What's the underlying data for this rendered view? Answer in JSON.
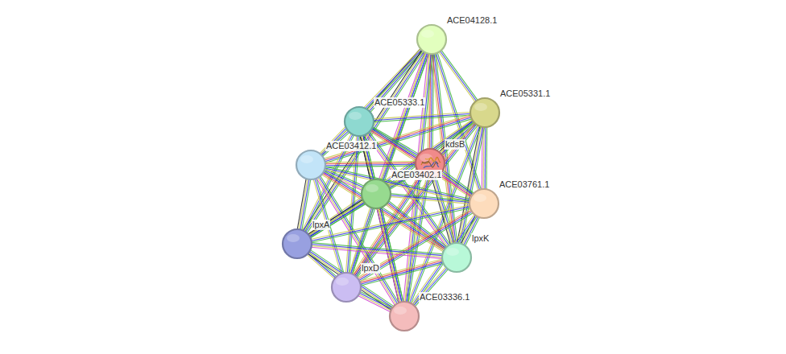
{
  "diagram": {
    "nodes": [
      {
        "text": [
          "ACE04128.1"
        ]
      },
      {
        "text": [
          "ACE05331.1"
        ]
      },
      {
        "text": [
          "ACE05333.1"
        ]
      },
      {
        "text": [
          "kdsB"
        ]
      },
      {
        "text": [
          "ACE03412.1"
        ]
      },
      {
        "text": [
          "ACE03402.1"
        ]
      },
      {
        "text": [
          "ACE03761.1"
        ]
      },
      {
        "text": [
          "lpxA"
        ]
      },
      {
        "text": [
          "lpxK"
        ]
      },
      {
        "text": [
          "lpxD"
        ]
      },
      {
        "text": [
          "ACE03336.1"
        ]
      }
    ],
    "edges": [
      {
        "from": 0,
        "to": 1,
        "arrow": "none"
      },
      {
        "from": 0,
        "to": 2,
        "arrow": "none"
      },
      {
        "from": 0,
        "to": 3,
        "arrow": "none"
      },
      {
        "from": 0,
        "to": 4,
        "arrow": "none"
      },
      {
        "from": 0,
        "to": 5,
        "arrow": "none"
      },
      {
        "from": 0,
        "to": 6,
        "arrow": "none"
      },
      {
        "from": 0,
        "to": 7,
        "arrow": "none"
      },
      {
        "from": 0,
        "to": 8,
        "arrow": "none"
      },
      {
        "from": 0,
        "to": 9,
        "arrow": "none"
      },
      {
        "from": 0,
        "to": 10,
        "arrow": "none"
      },
      {
        "from": 1,
        "to": 2,
        "arrow": "none"
      },
      {
        "from": 1,
        "to": 3,
        "arrow": "none"
      },
      {
        "from": 1,
        "to": 4,
        "arrow": "none"
      },
      {
        "from": 1,
        "to": 5,
        "arrow": "none"
      },
      {
        "from": 1,
        "to": 6,
        "arrow": "none"
      },
      {
        "from": 1,
        "to": 7,
        "arrow": "none"
      },
      {
        "from": 1,
        "to": 8,
        "arrow": "none"
      },
      {
        "from": 1,
        "to": 9,
        "arrow": "none"
      },
      {
        "from": 1,
        "to": 10,
        "arrow": "none"
      },
      {
        "from": 2,
        "to": 3,
        "arrow": "none"
      },
      {
        "from": 2,
        "to": 4,
        "arrow": "none"
      },
      {
        "from": 2,
        "to": 5,
        "arrow": "none"
      },
      {
        "from": 2,
        "to": 6,
        "arrow": "none"
      },
      {
        "from": 2,
        "to": 7,
        "arrow": "none"
      },
      {
        "from": 2,
        "to": 8,
        "arrow": "none"
      },
      {
        "from": 2,
        "to": 9,
        "arrow": "none"
      },
      {
        "from": 2,
        "to": 10,
        "arrow": "none"
      },
      {
        "from": 3,
        "to": 4,
        "arrow": "none"
      },
      {
        "from": 3,
        "to": 5,
        "arrow": "none"
      },
      {
        "from": 3,
        "to": 6,
        "arrow": "none"
      },
      {
        "from": 3,
        "to": 7,
        "arrow": "none"
      },
      {
        "from": 3,
        "to": 8,
        "arrow": "none"
      },
      {
        "from": 3,
        "to": 9,
        "arrow": "none"
      },
      {
        "from": 3,
        "to": 10,
        "arrow": "none"
      },
      {
        "from": 4,
        "to": 5,
        "arrow": "none"
      },
      {
        "from": 4,
        "to": 6,
        "arrow": "none"
      },
      {
        "from": 4,
        "to": 7,
        "arrow": "none"
      },
      {
        "from": 4,
        "to": 8,
        "arrow": "none"
      },
      {
        "from": 4,
        "to": 9,
        "arrow": "none"
      },
      {
        "from": 4,
        "to": 10,
        "arrow": "none"
      },
      {
        "from": 5,
        "to": 6,
        "arrow": "none"
      },
      {
        "from": 5,
        "to": 7,
        "arrow": "none"
      },
      {
        "from": 5,
        "to": 8,
        "arrow": "none"
      },
      {
        "from": 5,
        "to": 9,
        "arrow": "none"
      },
      {
        "from": 5,
        "to": 10,
        "arrow": "none"
      },
      {
        "from": 6,
        "to": 7,
        "arrow": "none"
      },
      {
        "from": 6,
        "to": 8,
        "arrow": "none"
      },
      {
        "from": 6,
        "to": 9,
        "arrow": "none"
      },
      {
        "from": 6,
        "to": 10,
        "arrow": "none"
      },
      {
        "from": 7,
        "to": 8,
        "arrow": "none"
      },
      {
        "from": 7,
        "to": 9,
        "arrow": "none"
      },
      {
        "from": 7,
        "to": 10,
        "arrow": "none"
      },
      {
        "from": 8,
        "to": 9,
        "arrow": "none"
      },
      {
        "from": 8,
        "to": 10,
        "arrow": "none"
      },
      {
        "from": 9,
        "to": 10,
        "arrow": "none"
      }
    ]
  }
}
